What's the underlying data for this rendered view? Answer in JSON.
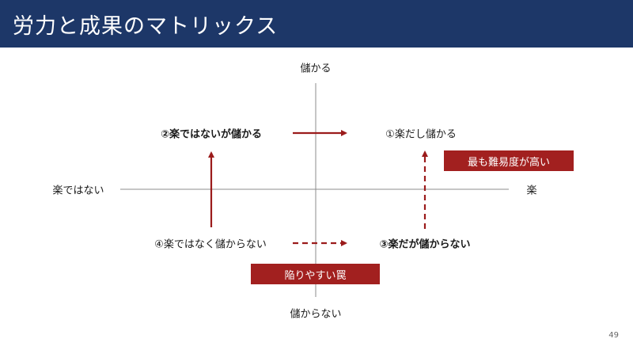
{
  "title": "労力と成果のマトリックス",
  "axes": {
    "top": "儲かる",
    "bottom": "儲からない",
    "left": "楽ではない",
    "right": "楽"
  },
  "quadrants": {
    "q1": "①楽だし儲かる",
    "q2": "②楽ではないが儲かる",
    "q3": "③楽だが儲からない",
    "q4": "④楽ではなく儲からない"
  },
  "tags": {
    "hardest": "最も難易度が高い",
    "trap": "陥りやすい罠"
  },
  "page_number": "49",
  "colors": {
    "title_bar": "#1d3768",
    "accent": "#a2201f",
    "arrow": "#9b1b1b"
  }
}
